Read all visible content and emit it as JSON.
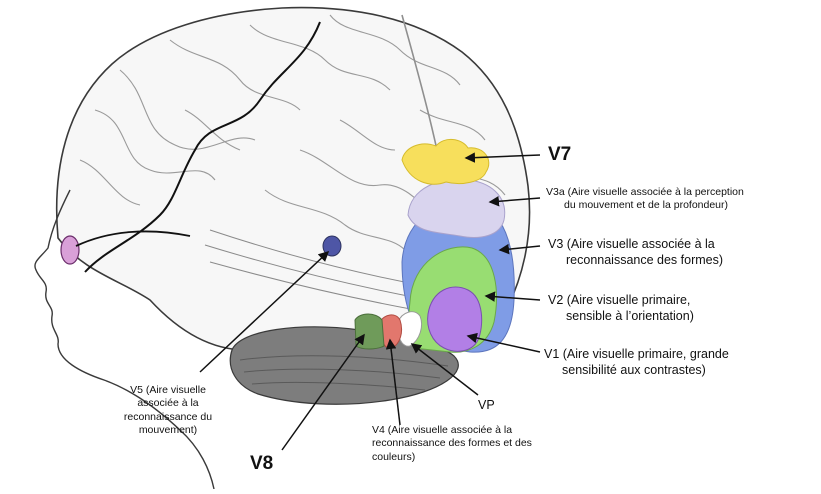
{
  "labels": {
    "v7": {
      "name": "V7"
    },
    "v3a": {
      "name": "V3a",
      "lines": [
        "V3a (Aire visuelle associée à la perception",
        "du mouvement et de la profondeur)"
      ]
    },
    "v3": {
      "lines": [
        "V3 (Aire visuelle associée à la",
        "reconnaissance des formes)"
      ]
    },
    "v2": {
      "lines": [
        "V2 (Aire visuelle primaire,",
        "sensible à l’orientation)"
      ]
    },
    "v1": {
      "lines": [
        "V1 (Aire visuelle primaire, grande",
        "sensibilité aux contrastes)"
      ]
    },
    "vp": {
      "name": "VP"
    },
    "v4": {
      "lines": [
        "V4 (Aire visuelle associée à la",
        "reconnaissance des formes et des",
        "couleurs)"
      ]
    },
    "v8": {
      "name": "V8"
    },
    "v5": {
      "lines": [
        "V5 (Aire visuelle",
        "associée à la",
        "reconnaissance du",
        "mouvement)"
      ]
    }
  },
  "colors": {
    "v7": "#f7df5c",
    "v3a": "#d9d4ee",
    "v3": "#7f9ce6",
    "v2": "#98dd72",
    "v1": "#b27fe6",
    "vp": "#ffffff",
    "v4": "#e2776d",
    "v8": "#6f9b5a",
    "v5": "#4e56a6",
    "cerebellum": "#7d7d7d",
    "eye": "#d9a0d8",
    "outline": "#333333"
  }
}
